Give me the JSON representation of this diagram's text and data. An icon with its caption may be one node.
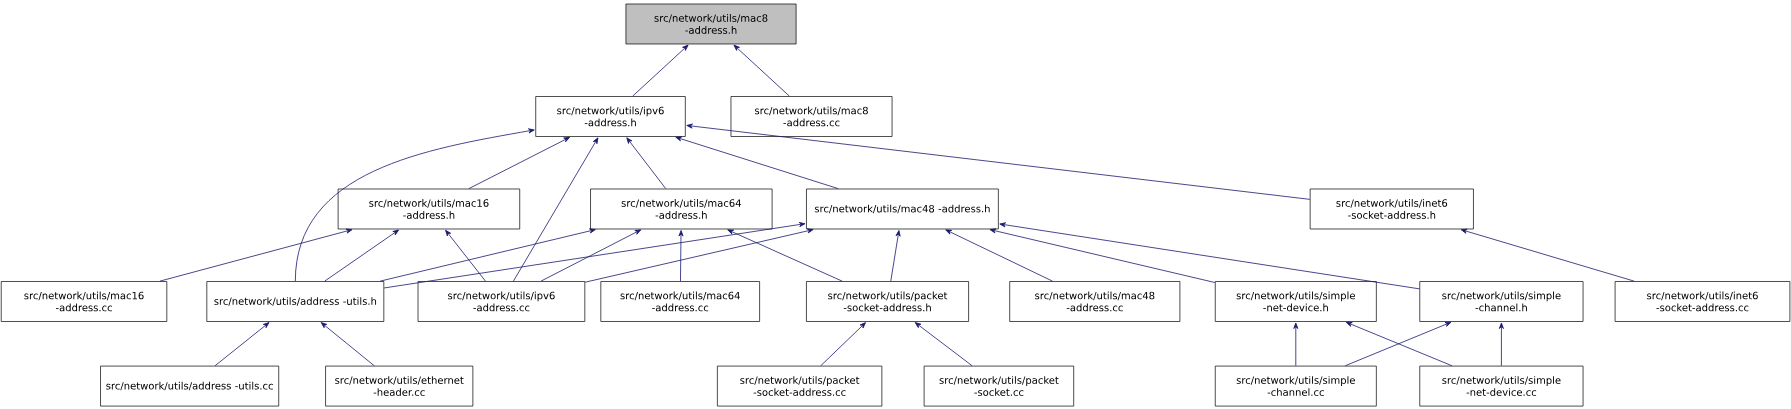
{
  "diagram": {
    "nodes": [
      {
        "text": [
          "src/network/utils/mac8 -address.h"
        ]
      },
      {
        "text": [
          "src/network/utils/ipv6 -address.h"
        ]
      },
      {
        "text": [
          "src/network/utils/mac8 -address.cc"
        ]
      },
      {
        "text": [
          "src/network/utils/mac16 -address.h"
        ]
      },
      {
        "text": [
          "src/network/utils/mac64 -address.h"
        ]
      },
      {
        "text": [
          "src/network/utils/mac48 -address.h"
        ]
      },
      {
        "text": [
          "src/network/utils/inet6 -socket-address.h"
        ]
      },
      {
        "text": [
          "src/network/utils/mac16 -address.cc"
        ]
      },
      {
        "text": [
          "src/network/utils/address -utils.h"
        ]
      },
      {
        "text": [
          "src/network/utils/ipv6 -address.cc"
        ]
      },
      {
        "text": [
          "src/network/utils/mac64 -address.cc"
        ]
      },
      {
        "text": [
          "src/network/utils/packet -socket-address.h"
        ]
      },
      {
        "text": [
          "src/network/utils/mac48 -address.cc"
        ]
      },
      {
        "text": [
          "src/network/utils/simple -net-device.h"
        ]
      },
      {
        "text": [
          "src/network/utils/simple -channel.h"
        ]
      },
      {
        "text": [
          "src/network/utils/inet6 -socket-address.cc"
        ]
      },
      {
        "text": [
          "src/network/utils/address -utils.cc"
        ]
      },
      {
        "text": [
          "src/network/utils/ethernet -header.cc"
        ]
      },
      {
        "text": [
          "src/network/utils/packet -socket-address.cc"
        ]
      },
      {
        "text": [
          "src/network/utils/packet -socket.cc"
        ]
      },
      {
        "text": [
          "src/network/utils/simple -channel.cc"
        ]
      },
      {
        "text": [
          "src/network/utils/simple -net-device.cc"
        ]
      }
    ],
    "edges": [
      {
        "from": 1,
        "to": 0,
        "arrow": "to"
      },
      {
        "from": 2,
        "to": 0,
        "arrow": "to"
      },
      {
        "from": 3,
        "to": 1,
        "arrow": "to"
      },
      {
        "from": 4,
        "to": 1,
        "arrow": "to"
      },
      {
        "from": 5,
        "to": 1,
        "arrow": "to"
      },
      {
        "from": 6,
        "to": 1,
        "arrow": "to"
      },
      {
        "from": 8,
        "to": 1,
        "arrow": "to"
      },
      {
        "from": 9,
        "to": 1,
        "arrow": "to"
      },
      {
        "from": 7,
        "to": 3,
        "arrow": "to"
      },
      {
        "from": 8,
        "to": 3,
        "arrow": "to"
      },
      {
        "from": 9,
        "to": 3,
        "arrow": "to"
      },
      {
        "from": 8,
        "to": 4,
        "arrow": "to"
      },
      {
        "from": 9,
        "to": 4,
        "arrow": "to"
      },
      {
        "from": 10,
        "to": 4,
        "arrow": "to"
      },
      {
        "from": 11,
        "to": 4,
        "arrow": "to"
      },
      {
        "from": 8,
        "to": 5,
        "arrow": "to"
      },
      {
        "from": 9,
        "to": 5,
        "arrow": "to"
      },
      {
        "from": 11,
        "to": 5,
        "arrow": "to"
      },
      {
        "from": 12,
        "to": 5,
        "arrow": "to"
      },
      {
        "from": 13,
        "to": 5,
        "arrow": "to"
      },
      {
        "from": 14,
        "to": 5,
        "arrow": "to"
      },
      {
        "from": 15,
        "to": 6,
        "arrow": "to"
      },
      {
        "from": 16,
        "to": 8,
        "arrow": "to"
      },
      {
        "from": 17,
        "to": 8,
        "arrow": "to"
      },
      {
        "from": 18,
        "to": 11,
        "arrow": "to"
      },
      {
        "from": 19,
        "to": 11,
        "arrow": "to"
      },
      {
        "from": 20,
        "to": 13,
        "arrow": "to"
      },
      {
        "from": 21,
        "to": 13,
        "arrow": "to"
      },
      {
        "from": 20,
        "to": 14,
        "arrow": "to"
      },
      {
        "from": 21,
        "to": 14,
        "arrow": "to"
      }
    ]
  }
}
